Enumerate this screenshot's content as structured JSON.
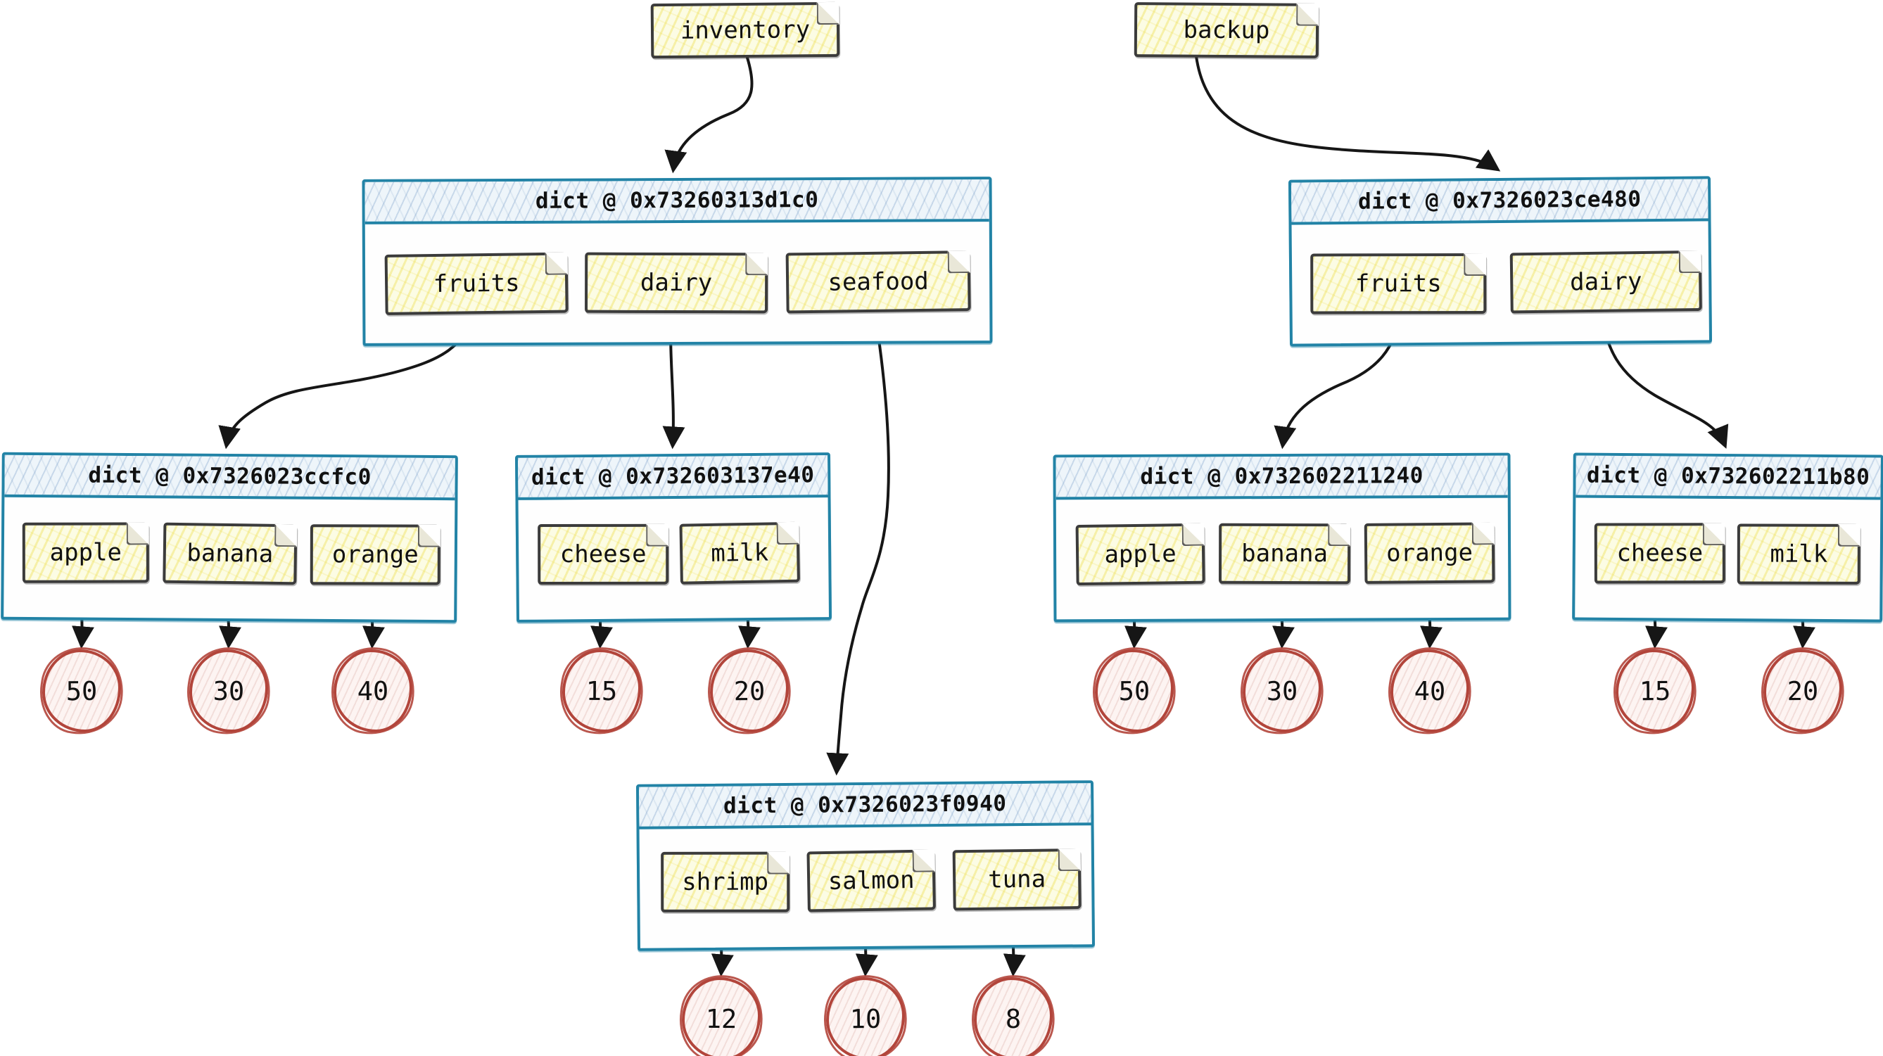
{
  "colors": {
    "canvas_bg": "#ffffff",
    "box_border": "#2283a6",
    "box_header_bg": "#eef5fa",
    "note_bg": "#fcfce4",
    "note_border": "#3b3b3b",
    "value_border": "#b2453b",
    "value_bg": "#fdf4f2",
    "arrow": "#161616",
    "text": "#111111"
  },
  "variables": [
    {
      "label": "inventory"
    },
    {
      "label": "backup"
    }
  ],
  "dicts": [
    {
      "title": "dict @ 0x73260313d1c0",
      "keys": [
        "fruits",
        "dairy",
        "seafood"
      ]
    },
    {
      "title": "dict @ 0x7326023ccfc0",
      "keys": [
        "apple",
        "banana",
        "orange"
      ],
      "values": [
        "50",
        "30",
        "40"
      ]
    },
    {
      "title": "dict @ 0x732603137e40",
      "keys": [
        "cheese",
        "milk"
      ],
      "values": [
        "15",
        "20"
      ]
    },
    {
      "title": "dict @ 0x7326023f0940",
      "keys": [
        "shrimp",
        "salmon",
        "tuna"
      ],
      "values": [
        "12",
        "10",
        "8"
      ]
    },
    {
      "title": "dict @ 0x7326023ce480",
      "keys": [
        "fruits",
        "dairy"
      ]
    },
    {
      "title": "dict @ 0x732602211240",
      "keys": [
        "apple",
        "banana",
        "orange"
      ],
      "values": [
        "50",
        "30",
        "40"
      ]
    },
    {
      "title": "dict @ 0x732602211b80",
      "keys": [
        "cheese",
        "milk"
      ],
      "values": [
        "15",
        "20"
      ]
    }
  ]
}
